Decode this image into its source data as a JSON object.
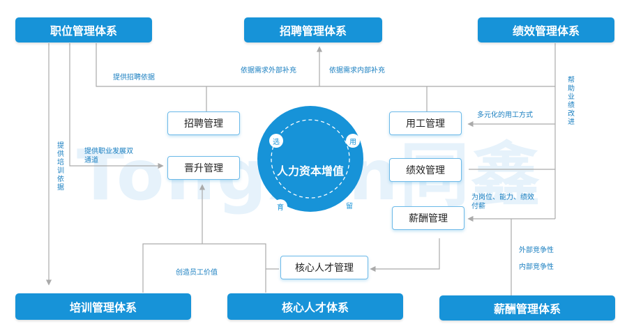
{
  "watermark": "TongXin同鑫",
  "systems": {
    "position": "职位管理体系",
    "recruit": "招聘管理体系",
    "performance": "绩效管理体系",
    "training": "培训管理体系",
    "talent": "核心人才体系",
    "salary": "薪酬管理体系"
  },
  "modules": {
    "recruit": "招聘管理",
    "promotion": "晋升管理",
    "employment": "用工管理",
    "performance": "绩效管理",
    "salary": "薪酬管理",
    "talent": "核心人才管理"
  },
  "center": {
    "title": "人力资本增值",
    "nodes": [
      "选",
      "用",
      "育",
      "留"
    ]
  },
  "labels": {
    "recruit_basis": "提供招聘依据",
    "external": "依据需求外部补充",
    "internal": "依据需求内部补充",
    "career_line1": "提供职业发展双",
    "career_line2": "通道",
    "diverse": "多元化的用工方式",
    "pay_line1": "为岗位、能力、绩效",
    "pay_line2": "付薪",
    "create_value": "创造员工价值",
    "ext_comp": "外部竞争性",
    "int_comp": "内部竞争性",
    "train_basis": "提供培训依据",
    "perf_help": "帮助业绩改进"
  }
}
